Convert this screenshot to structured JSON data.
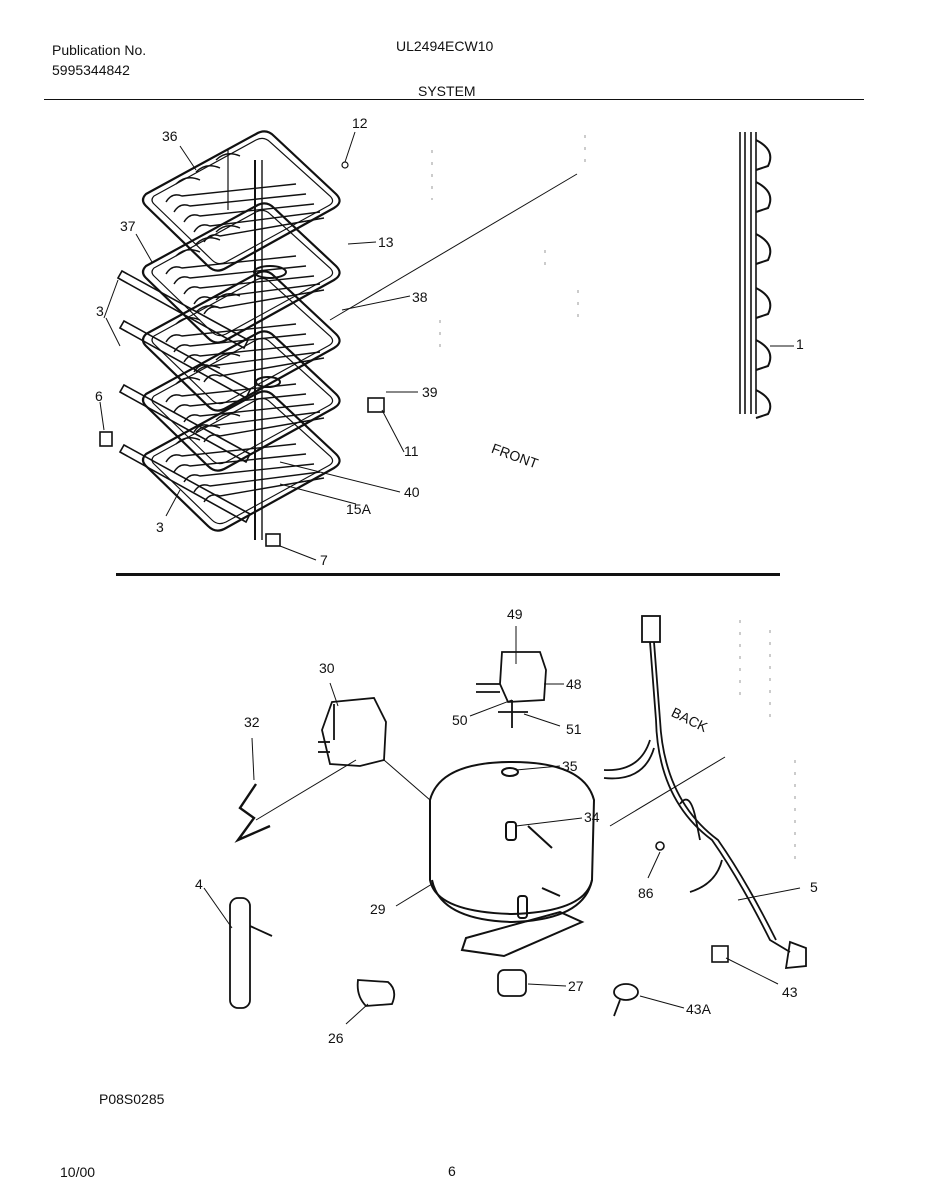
{
  "header": {
    "publication_label": "Publication No.",
    "publication_number": "5995344842",
    "model": "UL2494ECW10",
    "section": "SYSTEM"
  },
  "top_diagram": {
    "orientation_label": "FRONT",
    "callouts": [
      {
        "id": "c36",
        "label": "36"
      },
      {
        "id": "c12",
        "label": "12"
      },
      {
        "id": "c37",
        "label": "37"
      },
      {
        "id": "c13",
        "label": "13"
      },
      {
        "id": "c38",
        "label": "38"
      },
      {
        "id": "c3a",
        "label": "3"
      },
      {
        "id": "c6",
        "label": "6"
      },
      {
        "id": "c39",
        "label": "39"
      },
      {
        "id": "c11",
        "label": "11"
      },
      {
        "id": "c40",
        "label": "40"
      },
      {
        "id": "c15a",
        "label": "15A"
      },
      {
        "id": "c3b",
        "label": "3"
      },
      {
        "id": "c7",
        "label": "7"
      },
      {
        "id": "c1",
        "label": "1"
      }
    ]
  },
  "bottom_diagram": {
    "orientation_label": "BACK",
    "callouts": [
      {
        "id": "c49",
        "label": "49"
      },
      {
        "id": "c30",
        "label": "30"
      },
      {
        "id": "c48",
        "label": "48"
      },
      {
        "id": "c32",
        "label": "32"
      },
      {
        "id": "c50",
        "label": "50"
      },
      {
        "id": "c51",
        "label": "51"
      },
      {
        "id": "c35",
        "label": "35"
      },
      {
        "id": "c34",
        "label": "34"
      },
      {
        "id": "c4",
        "label": "4"
      },
      {
        "id": "c29",
        "label": "29"
      },
      {
        "id": "c86",
        "label": "86"
      },
      {
        "id": "c5",
        "label": "5"
      },
      {
        "id": "c27",
        "label": "27"
      },
      {
        "id": "c43",
        "label": "43"
      },
      {
        "id": "c26",
        "label": "26"
      },
      {
        "id": "c43a",
        "label": "43A"
      }
    ]
  },
  "footer": {
    "drawing_code": "P08S0285",
    "date": "10/00",
    "page_number": "6"
  }
}
